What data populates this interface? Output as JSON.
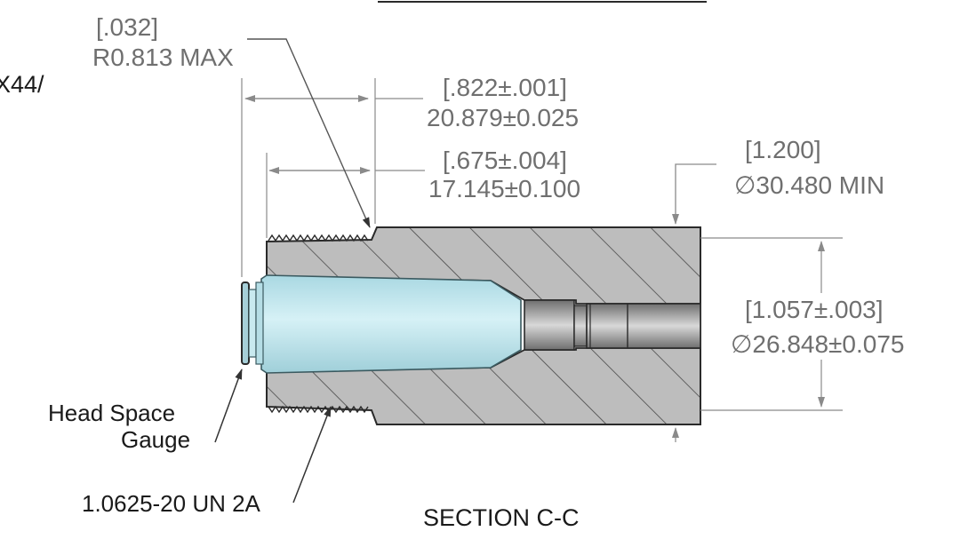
{
  "partial_label": "X44/",
  "section_title": "SECTION C-C",
  "callouts": {
    "radius": {
      "inch": "[.032]",
      "mm": "R0.813 MAX"
    },
    "overall_length": {
      "inch": "[.822±.001]",
      "mm": "20.879±0.025"
    },
    "thread_length": {
      "inch": "[.675±.004]",
      "mm": "17.145±0.100"
    },
    "outer_diameter": {
      "inch": "[1.200]",
      "mm": "∅30.480 MIN"
    },
    "inner_diameter": {
      "inch": "[1.057±.003]",
      "mm": "∅26.848±0.075"
    }
  },
  "labels": {
    "gauge_line1": "Head Space",
    "gauge_line2": "Gauge",
    "thread_spec": "1.0625-20 UN 2A"
  },
  "colors": {
    "body_fill": "#b9b9b9",
    "body_edge": "#2a2a2a",
    "gauge_fill": "#bfe6ee",
    "gauge_edge": "#3b5a60",
    "hatch": "#4a4a4a",
    "dimension": "#7a7a7a"
  }
}
